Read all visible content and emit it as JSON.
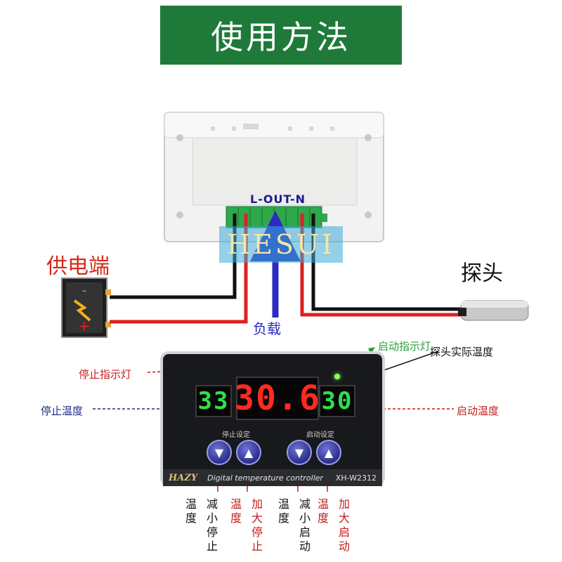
{
  "title": "使用方法",
  "watermark": "HESUI",
  "module": {
    "terminal_label": "L-OUT-N"
  },
  "labels": {
    "supply": "供电端",
    "probe": "探头",
    "load": "负载"
  },
  "callouts": {
    "stop_indicator": "停止指示灯",
    "start_indicator": "启动指示灯",
    "probe_actual_temp": "探头实际温度",
    "stop_temp": "停止温度",
    "start_temp": "启动温度"
  },
  "controller": {
    "stop_temp_display": "33",
    "actual_temp_display": "30.6",
    "start_temp_display": "30",
    "stop_setting_caption": "停止设定",
    "start_setting_caption": "启动设定",
    "brand": "HAZY",
    "product_name": "Digital temperature controller",
    "model": "XH-W2312",
    "buttons": [
      "down",
      "up",
      "down",
      "up"
    ]
  },
  "button_labels": [
    "温度",
    "减小停止",
    "温度",
    "加大停止",
    "温度",
    "减小启动",
    "温度",
    "加大启动"
  ],
  "colors": {
    "banner_bg": "#1f7a3a",
    "wire_red": "#e02020",
    "wire_black": "#111111",
    "arrow_blue": "#2b2bc0",
    "segment_red": "#ff2a22",
    "segment_green": "#2fe04a"
  }
}
